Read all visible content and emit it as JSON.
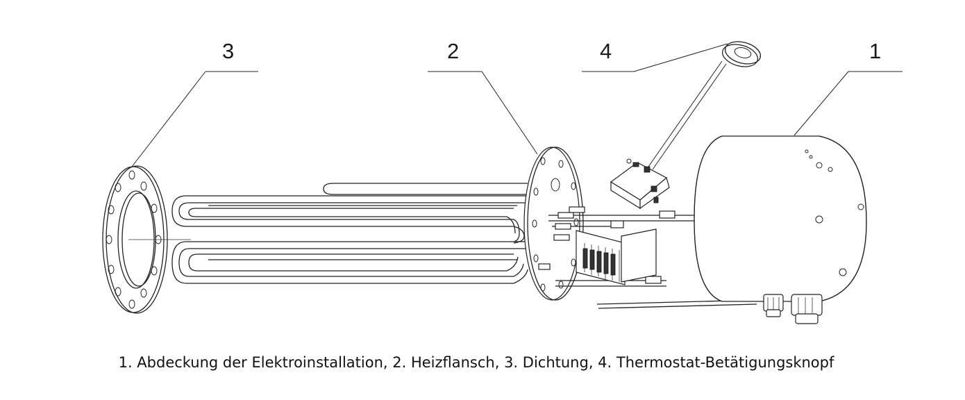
{
  "callouts": {
    "cover": "1",
    "flange": "2",
    "gasket": "3",
    "knob": "4"
  },
  "caption": "1. Abdeckung der Elektroinstallation, 2. Heizflansch, 3. Dichtung, 4. Thermostat-Betätigungsknopf"
}
